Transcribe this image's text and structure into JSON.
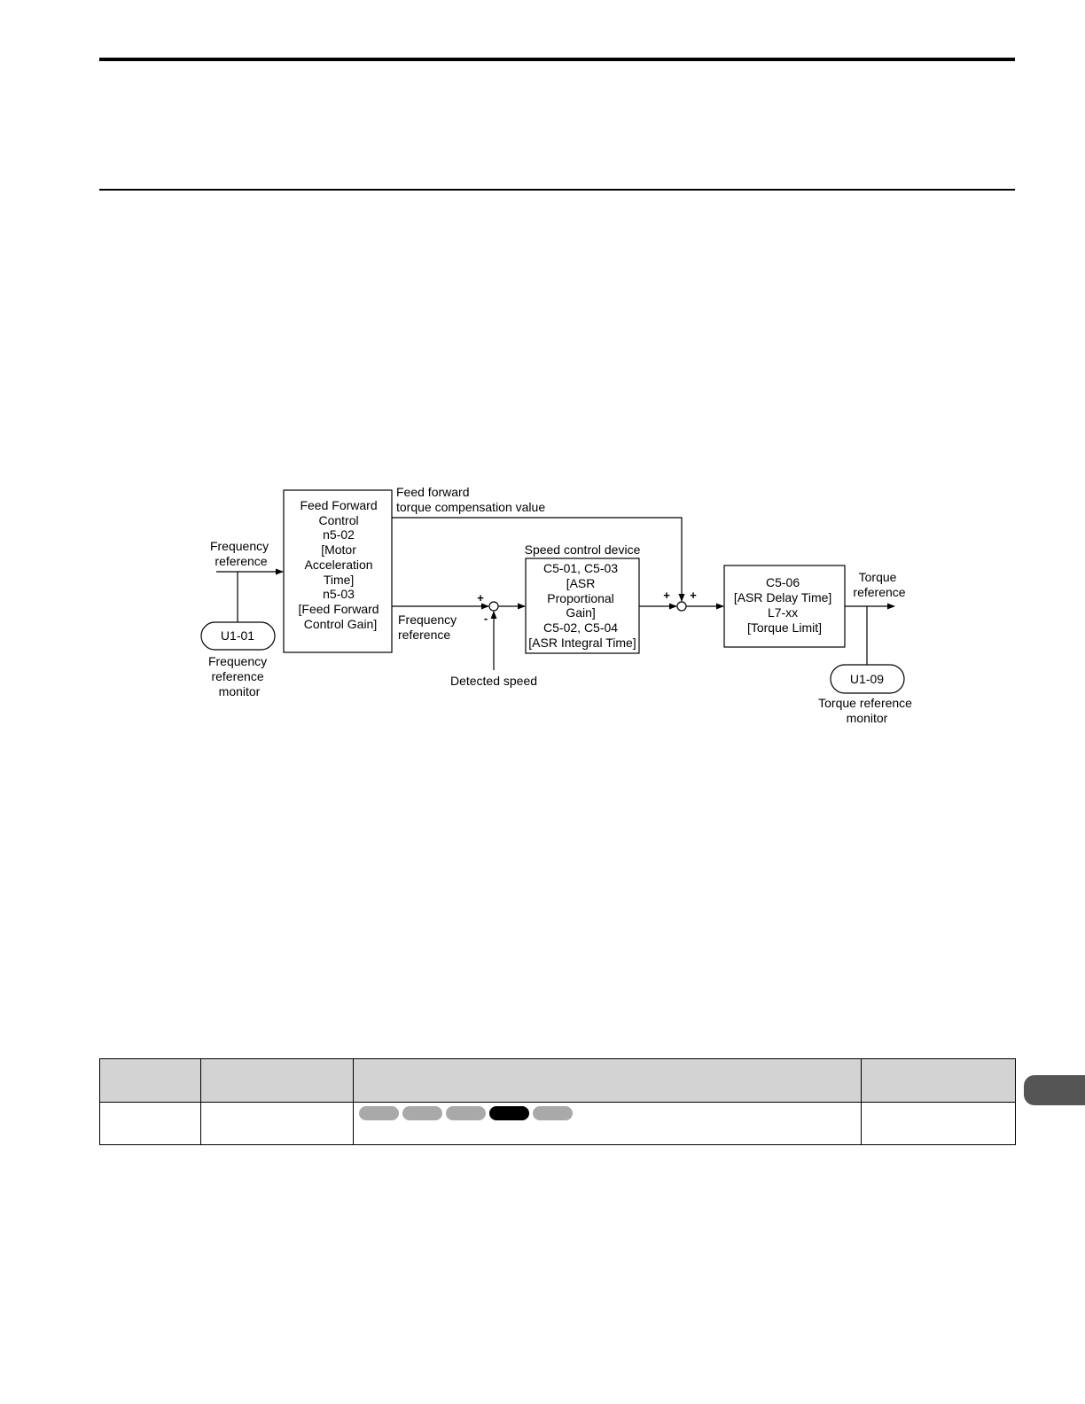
{
  "diagram": {
    "feed_forward_block": [
      "Feed Forward",
      "Control",
      "",
      "n5-02",
      "[Motor",
      "Acceleration",
      "Time]",
      "n5-03",
      "[Feed Forward",
      "Control Gain]"
    ],
    "ff_torque_label": [
      "Feed forward",
      "torque compensation value"
    ],
    "freq_ref_in_label": [
      "Frequency",
      "reference"
    ],
    "freq_ref_out_label": [
      "Frequency",
      "reference"
    ],
    "u1_01": "U1-01",
    "u1_01_caption": [
      "Frequency",
      "reference",
      "monitor"
    ],
    "speed_device_title": "Speed control device",
    "speed_device_block": [
      "C5-01, C5-03",
      "[ASR",
      "Proportional",
      "Gain]",
      "C5-02, C5-04",
      "[ASR Integral Time]"
    ],
    "detected_speed": "Detected speed",
    "sum1_plus": "+",
    "sum1_minus": "-",
    "sum2_plus_left": "+",
    "sum2_plus_right": "+",
    "delay_block": [
      "C5-06",
      "[ASR Delay Time]",
      "L7-xx",
      "[Torque Limit]"
    ],
    "torque_ref_label": [
      "Torque",
      "reference"
    ],
    "u1_09": "U1-09",
    "u1_09_caption": [
      "Torque reference",
      "monitor"
    ]
  },
  "table": {
    "chips": [
      {
        "active": false
      },
      {
        "active": false
      },
      {
        "active": false
      },
      {
        "active": true
      },
      {
        "active": false
      }
    ]
  }
}
